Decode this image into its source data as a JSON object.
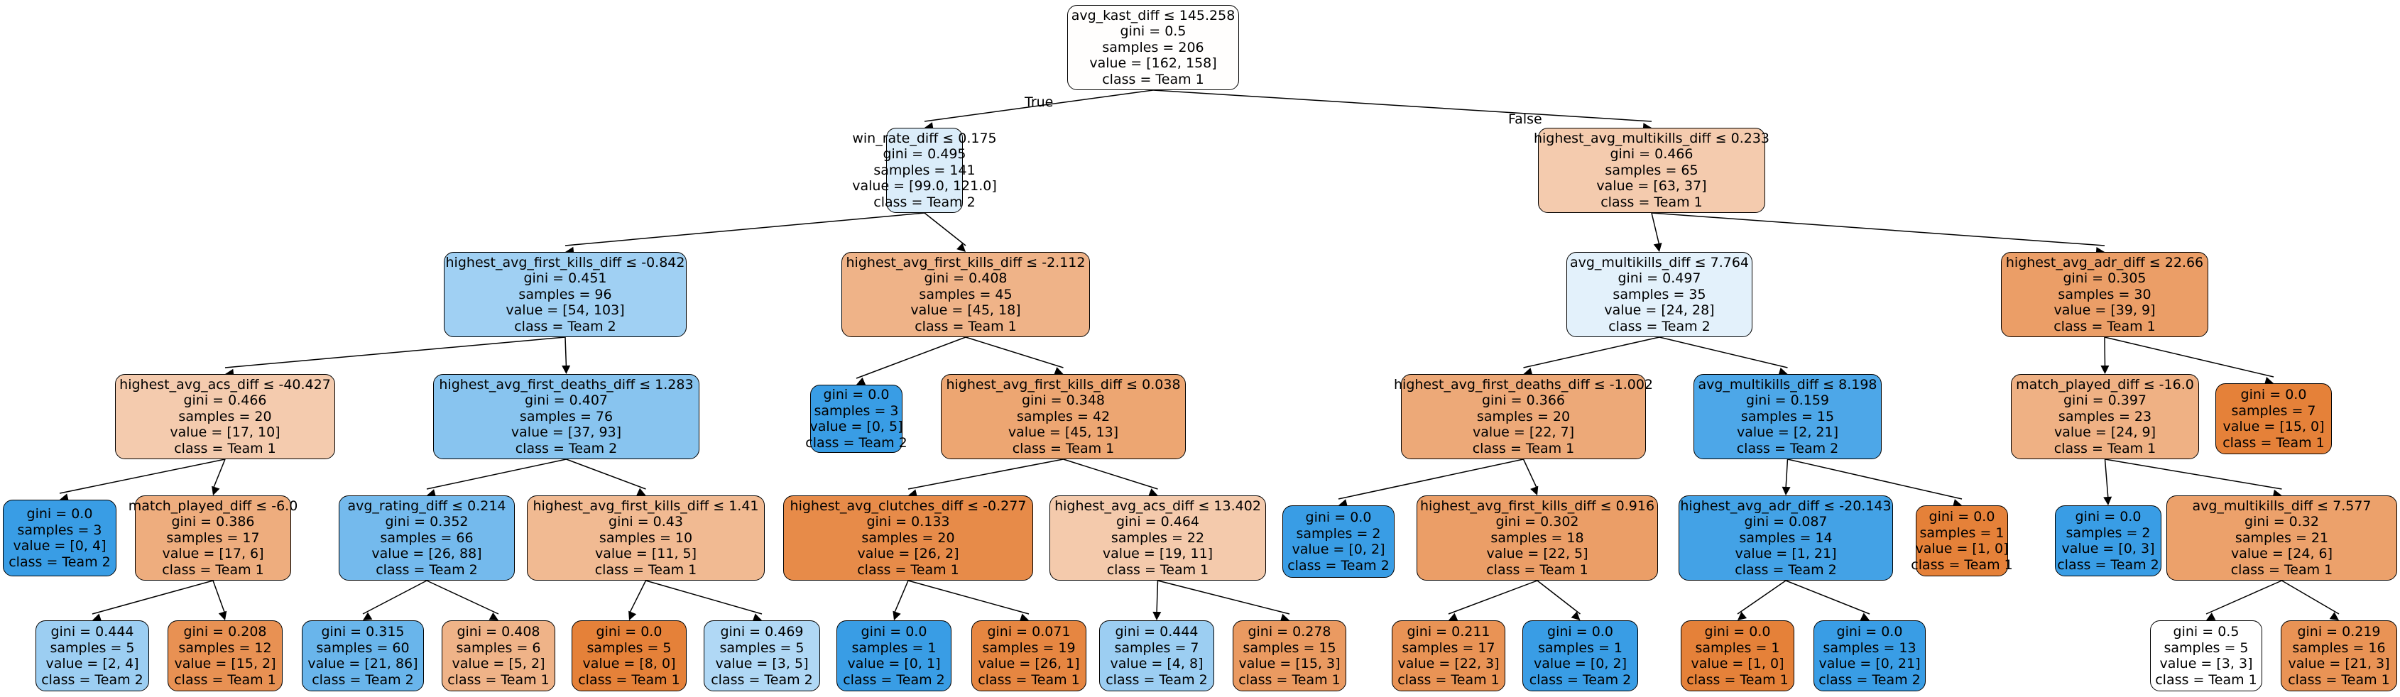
{
  "edge_labels": {
    "true_label": "True",
    "false_label": "False"
  },
  "colors": {
    "team1": "#e58139",
    "team2": "#399de5",
    "white": "#ffffff",
    "edge": "#000000"
  },
  "nodes": [
    {
      "id": "n0",
      "parent": null,
      "split": "avg_kast_diff ≤ 145.258",
      "gini": "gini = 0.5",
      "samples": "samples = 206",
      "value": "value = [162, 158]",
      "class": "class = Team 1",
      "team": 1,
      "purity": 0.01
    },
    {
      "id": "n1",
      "parent": "n0",
      "split": "win_rate_diff ≤ 0.175",
      "gini": "gini = 0.495",
      "samples": "samples = 141",
      "value": "value = [99.0, 121.0]",
      "class": "class = Team 2",
      "team": 2,
      "purity": 0.18
    },
    {
      "id": "n2",
      "parent": "n1",
      "split": "highest_avg_first_kills_diff ≤ -0.842",
      "gini": "gini = 0.451",
      "samples": "samples = 96",
      "value": "value = [54, 103]",
      "class": "class = Team 2",
      "team": 2,
      "purity": 0.48
    },
    {
      "id": "n3",
      "parent": "n2",
      "split": "highest_avg_acs_diff ≤ -40.427",
      "gini": "gini = 0.466",
      "samples": "samples = 20",
      "value": "value = [17, 10]",
      "class": "class = Team 1",
      "team": 1,
      "purity": 0.41
    },
    {
      "id": "n4",
      "parent": "n3",
      "split": "",
      "gini": "gini = 0.0",
      "samples": "samples = 3",
      "value": "value = [0, 4]",
      "class": "class = Team 2",
      "team": 2,
      "purity": 1.0
    },
    {
      "id": "n5",
      "parent": "n3",
      "split": "match_played_diff ≤ -6.0",
      "gini": "gini = 0.386",
      "samples": "samples = 17",
      "value": "value = [17, 6]",
      "class": "class = Team 1",
      "team": 1,
      "purity": 0.65
    },
    {
      "id": "n6",
      "parent": "n5",
      "split": "",
      "gini": "gini = 0.444",
      "samples": "samples = 5",
      "value": "value = [2, 4]",
      "class": "class = Team 2",
      "team": 2,
      "purity": 0.5
    },
    {
      "id": "n7",
      "parent": "n5",
      "split": "",
      "gini": "gini = 0.208",
      "samples": "samples = 12",
      "value": "value = [15, 2]",
      "class": "class = Team 1",
      "team": 1,
      "purity": 0.87
    },
    {
      "id": "n8",
      "parent": "n2",
      "split": "highest_avg_first_deaths_diff ≤ 1.283",
      "gini": "gini = 0.407",
      "samples": "samples = 76",
      "value": "value = [37, 93]",
      "class": "class = Team 2",
      "team": 2,
      "purity": 0.6
    },
    {
      "id": "n9",
      "parent": "n8",
      "split": "avg_rating_diff ≤ 0.214",
      "gini": "gini = 0.352",
      "samples": "samples = 66",
      "value": "value = [26, 88]",
      "class": "class = Team 2",
      "team": 2,
      "purity": 0.7
    },
    {
      "id": "n10",
      "parent": "n9",
      "split": "",
      "gini": "gini = 0.315",
      "samples": "samples = 60",
      "value": "value = [21, 86]",
      "class": "class = Team 2",
      "team": 2,
      "purity": 0.76
    },
    {
      "id": "n11",
      "parent": "n9",
      "split": "",
      "gini": "gini = 0.408",
      "samples": "samples = 6",
      "value": "value = [5, 2]",
      "class": "class = Team 1",
      "team": 1,
      "purity": 0.6
    },
    {
      "id": "n12",
      "parent": "n8",
      "split": "highest_avg_first_kills_diff ≤ 1.41",
      "gini": "gini = 0.43",
      "samples": "samples = 10",
      "value": "value = [11, 5]",
      "class": "class = Team 1",
      "team": 1,
      "purity": 0.55
    },
    {
      "id": "n13",
      "parent": "n12",
      "split": "",
      "gini": "gini = 0.0",
      "samples": "samples = 5",
      "value": "value = [8, 0]",
      "class": "class = Team 1",
      "team": 1,
      "purity": 1.0
    },
    {
      "id": "n14",
      "parent": "n12",
      "split": "",
      "gini": "gini = 0.469",
      "samples": "samples = 5",
      "value": "value = [3, 5]",
      "class": "class = Team 2",
      "team": 2,
      "purity": 0.4
    },
    {
      "id": "n15",
      "parent": "n1",
      "split": "highest_avg_first_kills_diff ≤ -2.112",
      "gini": "gini = 0.408",
      "samples": "samples = 45",
      "value": "value = [45, 18]",
      "class": "class = Team 1",
      "team": 1,
      "purity": 0.6
    },
    {
      "id": "n16",
      "parent": "n15",
      "split": "",
      "gini": "gini = 0.0",
      "samples": "samples = 3",
      "value": "value = [0, 5]",
      "class": "class = Team 2",
      "team": 2,
      "purity": 1.0
    },
    {
      "id": "n17",
      "parent": "n15",
      "split": "highest_avg_first_kills_diff ≤ 0.038",
      "gini": "gini = 0.348",
      "samples": "samples = 42",
      "value": "value = [45, 13]",
      "class": "class = Team 1",
      "team": 1,
      "purity": 0.71
    },
    {
      "id": "n18",
      "parent": "n17",
      "split": "highest_avg_clutches_diff ≤ -0.277",
      "gini": "gini = 0.133",
      "samples": "samples = 20",
      "value": "value = [26, 2]",
      "class": "class = Team 1",
      "team": 1,
      "purity": 0.92
    },
    {
      "id": "n19",
      "parent": "n18",
      "split": "",
      "gini": "gini = 0.0",
      "samples": "samples = 1",
      "value": "value = [0, 1]",
      "class": "class = Team 2",
      "team": 2,
      "purity": 1.0
    },
    {
      "id": "n20",
      "parent": "n18",
      "split": "",
      "gini": "gini = 0.071",
      "samples": "samples = 19",
      "value": "value = [26, 1]",
      "class": "class = Team 1",
      "team": 1,
      "purity": 0.96
    },
    {
      "id": "n21",
      "parent": "n17",
      "split": "highest_avg_acs_diff ≤ 13.402",
      "gini": "gini = 0.464",
      "samples": "samples = 22",
      "value": "value = [19, 11]",
      "class": "class = Team 1",
      "team": 1,
      "purity": 0.42
    },
    {
      "id": "n22",
      "parent": "n21",
      "split": "",
      "gini": "gini = 0.444",
      "samples": "samples = 7",
      "value": "value = [4, 8]",
      "class": "class = Team 2",
      "team": 2,
      "purity": 0.5
    },
    {
      "id": "n23",
      "parent": "n21",
      "split": "",
      "gini": "gini = 0.278",
      "samples": "samples = 15",
      "value": "value = [15, 3]",
      "class": "class = Team 1",
      "team": 1,
      "purity": 0.8
    },
    {
      "id": "n24",
      "parent": "n0",
      "split": "highest_avg_multikills_diff ≤ 0.233",
      "gini": "gini = 0.466",
      "samples": "samples = 65",
      "value": "value = [63, 37]",
      "class": "class = Team 1",
      "team": 1,
      "purity": 0.41
    },
    {
      "id": "n25",
      "parent": "n24",
      "split": "avg_multikills_diff ≤ 7.764",
      "gini": "gini = 0.497",
      "samples": "samples = 35",
      "value": "value = [24, 28]",
      "class": "class = Team 2",
      "team": 2,
      "purity": 0.14
    },
    {
      "id": "n26",
      "parent": "n25",
      "split": "highest_avg_first_deaths_diff ≤ -1.002",
      "gini": "gini = 0.366",
      "samples": "samples = 20",
      "value": "value = [22, 7]",
      "class": "class = Team 1",
      "team": 1,
      "purity": 0.68
    },
    {
      "id": "n27",
      "parent": "n26",
      "split": "",
      "gini": "gini = 0.0",
      "samples": "samples = 2",
      "value": "value = [0, 2]",
      "class": "class = Team 2",
      "team": 2,
      "purity": 1.0
    },
    {
      "id": "n28",
      "parent": "n26",
      "split": "highest_avg_first_kills_diff ≤ 0.916",
      "gini": "gini = 0.302",
      "samples": "samples = 18",
      "value": "value = [22, 5]",
      "class": "class = Team 1",
      "team": 1,
      "purity": 0.77
    },
    {
      "id": "n29",
      "parent": "n28",
      "split": "",
      "gini": "gini = 0.211",
      "samples": "samples = 17",
      "value": "value = [22, 3]",
      "class": "class = Team 1",
      "team": 1,
      "purity": 0.86
    },
    {
      "id": "n30",
      "parent": "n28",
      "split": "",
      "gini": "gini = 0.0",
      "samples": "samples = 1",
      "value": "value = [0, 2]",
      "class": "class = Team 2",
      "team": 2,
      "purity": 1.0
    },
    {
      "id": "n31",
      "parent": "n25",
      "split": "avg_multikills_diff ≤ 8.198",
      "gini": "gini = 0.159",
      "samples": "samples = 15",
      "value": "value = [2, 21]",
      "class": "class = Team 2",
      "team": 2,
      "purity": 0.9
    },
    {
      "id": "n32",
      "parent": "n31",
      "split": "highest_avg_adr_diff ≤ -20.143",
      "gini": "gini = 0.087",
      "samples": "samples = 14",
      "value": "value = [1, 21]",
      "class": "class = Team 2",
      "team": 2,
      "purity": 0.95
    },
    {
      "id": "n33",
      "parent": "n32",
      "split": "",
      "gini": "gini = 0.0",
      "samples": "samples = 1",
      "value": "value = [1, 0]",
      "class": "class = Team 1",
      "team": 1,
      "purity": 1.0
    },
    {
      "id": "n34",
      "parent": "n32",
      "split": "",
      "gini": "gini = 0.0",
      "samples": "samples = 13",
      "value": "value = [0, 21]",
      "class": "class = Team 2",
      "team": 2,
      "purity": 1.0
    },
    {
      "id": "n35",
      "parent": "n31",
      "split": "",
      "gini": "gini = 0.0",
      "samples": "samples = 1",
      "value": "value = [1, 0]",
      "class": "class = Team 1",
      "team": 1,
      "purity": 1.0
    },
    {
      "id": "n36",
      "parent": "n24",
      "split": "highest_avg_adr_diff ≤ 22.66",
      "gini": "gini = 0.305",
      "samples": "samples = 30",
      "value": "value = [39, 9]",
      "class": "class = Team 1",
      "team": 1,
      "purity": 0.77
    },
    {
      "id": "n37",
      "parent": "n36",
      "split": "match_played_diff ≤ -16.0",
      "gini": "gini = 0.397",
      "samples": "samples = 23",
      "value": "value = [24, 9]",
      "class": "class = Team 1",
      "team": 1,
      "purity": 0.62
    },
    {
      "id": "n38",
      "parent": "n37",
      "split": "",
      "gini": "gini = 0.0",
      "samples": "samples = 2",
      "value": "value = [0, 3]",
      "class": "class = Team 2",
      "team": 2,
      "purity": 1.0
    },
    {
      "id": "n39",
      "parent": "n37",
      "split": "avg_multikills_diff ≤ 7.577",
      "gini": "gini = 0.32",
      "samples": "samples = 21",
      "value": "value = [24, 6]",
      "class": "class = Team 1",
      "team": 1,
      "purity": 0.75
    },
    {
      "id": "n40",
      "parent": "n39",
      "split": "",
      "gini": "gini = 0.5",
      "samples": "samples = 5",
      "value": "value = [3, 3]",
      "class": "class = Team 1",
      "team": 1,
      "purity": 0.0
    },
    {
      "id": "n41",
      "parent": "n39",
      "split": "",
      "gini": "gini = 0.219",
      "samples": "samples = 16",
      "value": "value = [21, 3]",
      "class": "class = Team 1",
      "team": 1,
      "purity": 0.86
    },
    {
      "id": "n42",
      "parent": "n36",
      "split": "",
      "gini": "gini = 0.0",
      "samples": "samples = 7",
      "value": "value = [15, 0]",
      "class": "class = Team 1",
      "team": 1,
      "purity": 1.0
    }
  ]
}
